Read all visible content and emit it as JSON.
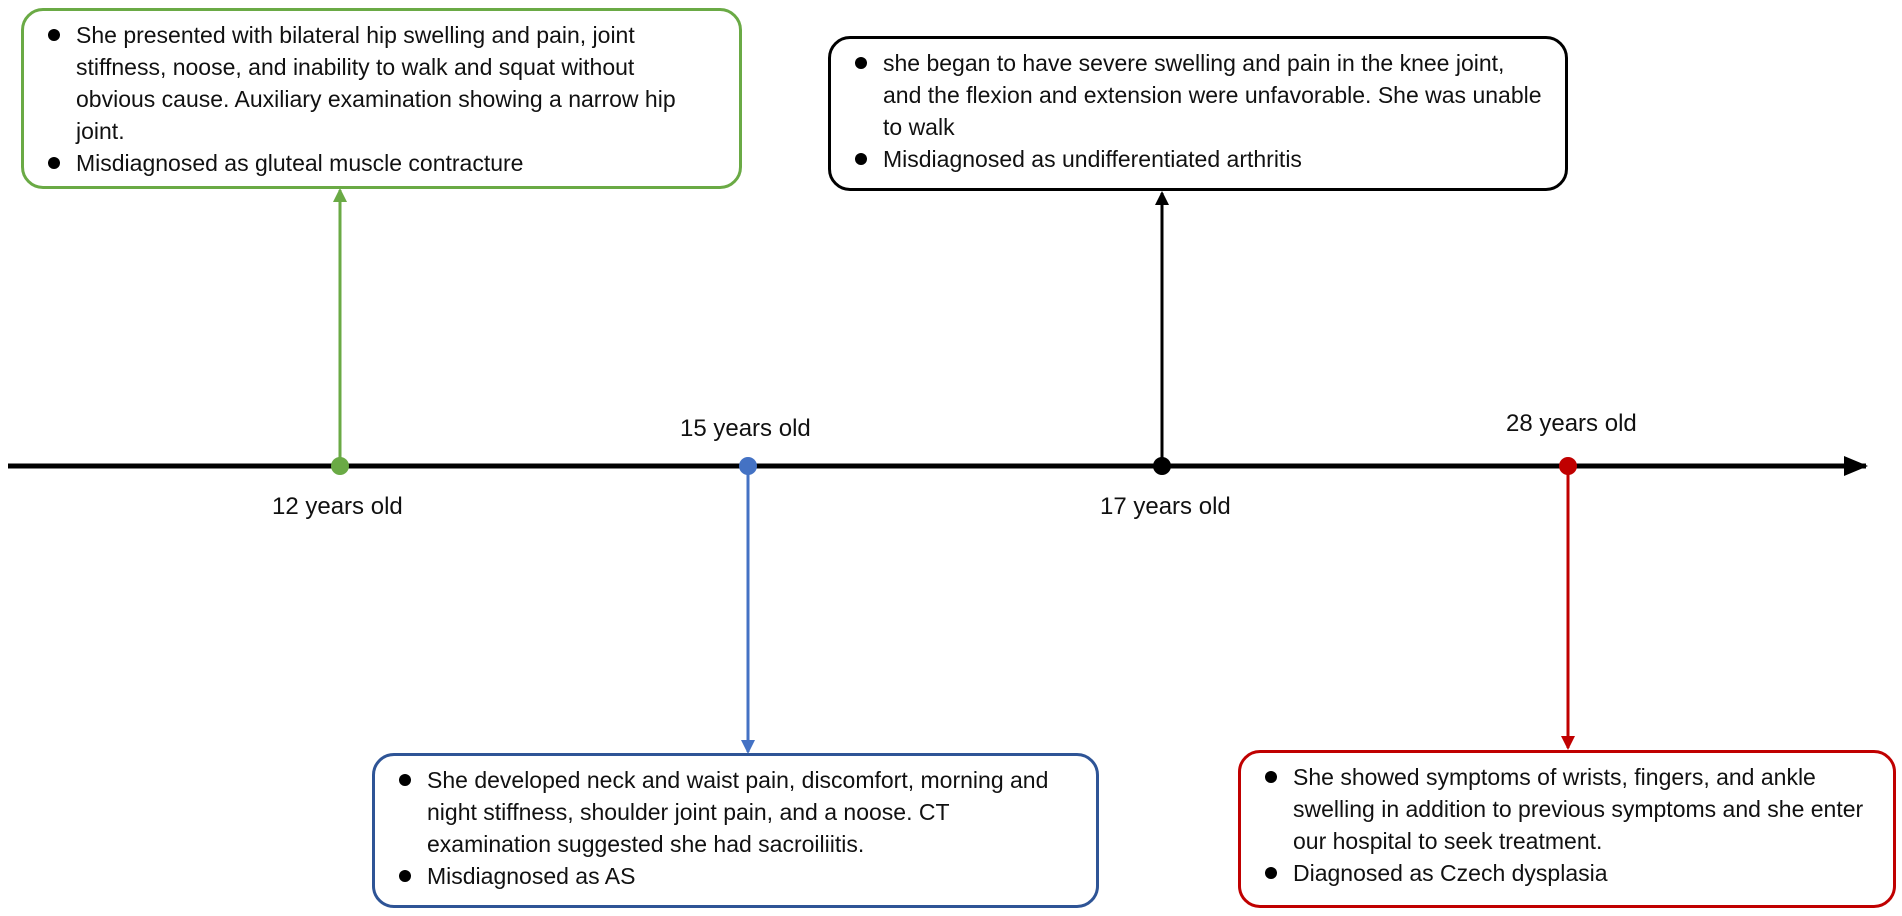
{
  "events": [
    {
      "age_label": "12 years old",
      "color": "#6aaa45",
      "bullets": [
        "She presented with bilateral hip swelling and pain, joint stiffness, noose, and inability to walk and squat without obvious cause. Auxiliary examination showing a narrow hip joint.",
        "Misdiagnosed as gluteal muscle contracture"
      ]
    },
    {
      "age_label": "15 years old",
      "color": "#4472c4",
      "bullets": [
        "She developed neck and waist pain, discomfort, morning and night stiffness, shoulder joint pain, and a noose. CT examination suggested she had sacroiliitis.",
        "Misdiagnosed as AS"
      ]
    },
    {
      "age_label": "17 years old",
      "color": "#000000",
      "bullets": [
        "she began to have severe swelling and pain in the knee joint, and the flexion and extension were unfavorable. She was unable to walk",
        "Misdiagnosed as undifferentiated arthritis"
      ]
    },
    {
      "age_label": "28 years old",
      "color": "#c00000",
      "bullets": [
        "She showed symptoms of wrists, fingers, and ankle swelling in addition to previous symptoms and she enter our hospital to seek treatment.",
        "Diagnosed as Czech dysplasia"
      ]
    }
  ]
}
